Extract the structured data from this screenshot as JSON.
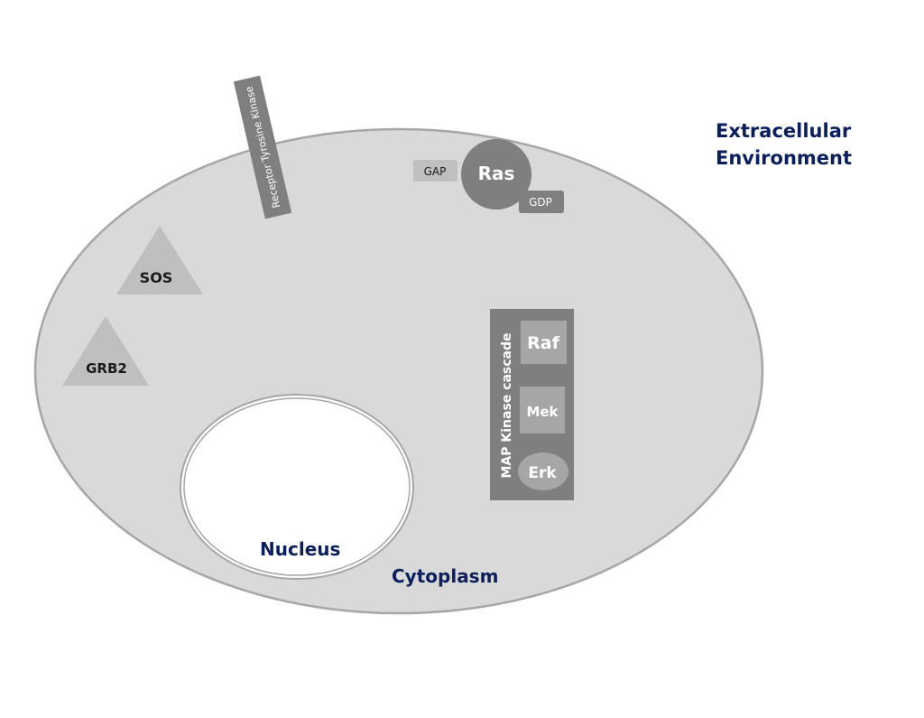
{
  "labels": {
    "extracellular_line1": "Extracellular",
    "extracellular_line2": "Environment",
    "cytoplasm": "Cytoplasm",
    "nucleus": "Nucleus",
    "receptor": "Receptor Tyrosine Kinase",
    "sos": "SOS",
    "grb2": "GRB2",
    "ras": "Ras",
    "gap": "GAP",
    "gdp": "GDP",
    "cascade": "MAP Kinase cascade",
    "raf": "Raf",
    "mek": "Mek",
    "erk": "Erk"
  },
  "colors": {
    "cell_fill": "#d9d9d9",
    "cell_stroke": "#a6a6a6",
    "dark_gray": "#7f7f7f",
    "mid_gray": "#a6a6a6",
    "light_gray": "#bfbfbf",
    "navy_text": "#0b1f5c"
  }
}
